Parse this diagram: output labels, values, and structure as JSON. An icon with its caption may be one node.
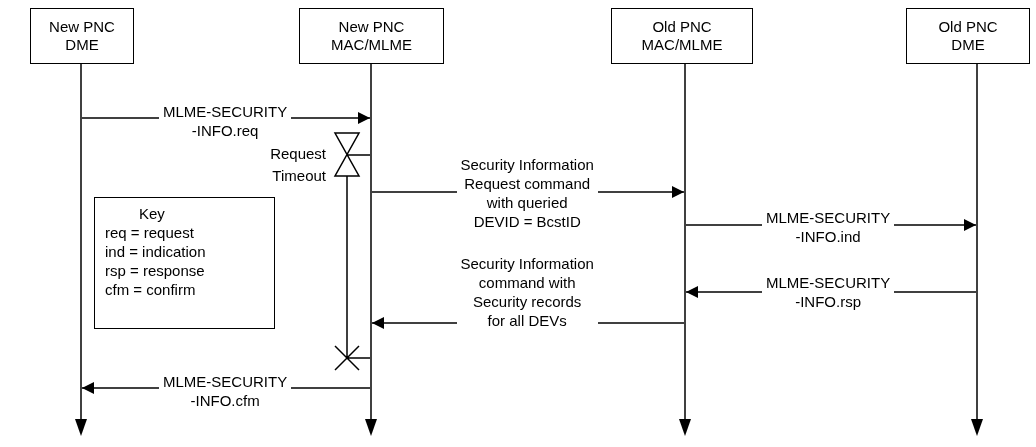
{
  "diagram": {
    "nodes": [
      {
        "text": [
          "New PNC DME"
        ]
      },
      {
        "text": [
          "New PNC MAC/MLME"
        ]
      },
      {
        "text": [
          "Old PNC MAC/MLME"
        ]
      },
      {
        "text": [
          "Old PNC DME"
        ]
      },
      {
        "text": [],
        "shape": "line"
      },
      {
        "text": [],
        "shape": "line"
      },
      {
        "text": [],
        "shape": "line"
      },
      {
        "text": [],
        "shape": "line"
      },
      {
        "text": [
          "Key",
          "req = request",
          "ind = indication",
          "rsp = response",
          "cfm = confirm"
        ]
      }
    ],
    "edges": [
      {
        "from": 4,
        "to": 5,
        "arrow": "to",
        "label": "MLME-SECURITY -INFO.req"
      },
      {
        "from": 5,
        "to": 6,
        "arrow": "to",
        "label": "Security Information Request command with queried DEVID = BcstID"
      },
      {
        "from": 6,
        "to": 7,
        "arrow": "to",
        "label": "MLME-SECURITY -INFO.ind"
      },
      {
        "from": 7,
        "to": 6,
        "arrow": "to",
        "label": "MLME-SECURITY -INFO.rsp"
      },
      {
        "from": 6,
        "to": 5,
        "arrow": "to",
        "label": "Security Information command with Security records for all DEVs"
      },
      {
        "from": 5,
        "to": 4,
        "arrow": "to",
        "label": "MLME-SECURITY -INFO.cfm"
      }
    ],
    "labels": [
      "Request Timeout"
    ]
  }
}
